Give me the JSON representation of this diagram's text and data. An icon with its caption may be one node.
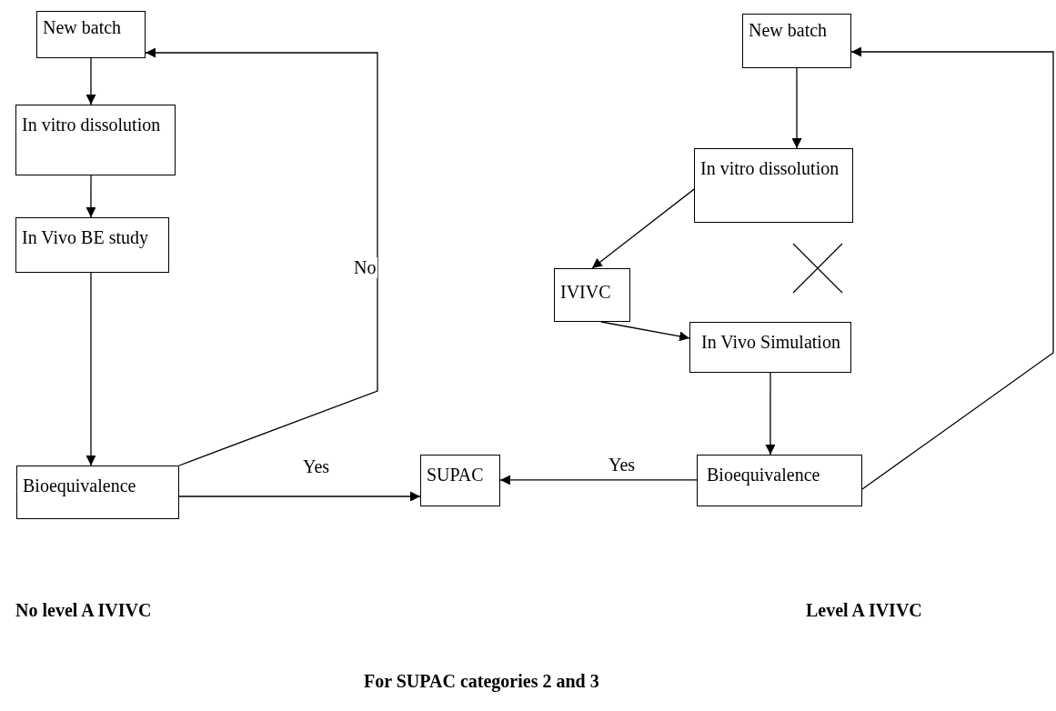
{
  "diagram": {
    "caption": "For SUPAC categories 2 and 3",
    "nodes": [
      {
        "text": [
          "New batch"
        ]
      },
      {
        "text": [
          "In vitro dissolution"
        ]
      },
      {
        "text": [
          "In Vivo BE study"
        ]
      },
      {
        "text": [
          "Bioequivalence"
        ]
      },
      {
        "text": [
          "SUPAC"
        ]
      },
      {
        "text": [
          "New batch"
        ]
      },
      {
        "text": [
          "In vitro dissolution"
        ]
      },
      {
        "text": [
          "IVIVC"
        ]
      },
      {
        "text": [
          "In Vivo Simulation"
        ]
      },
      {
        "text": [
          "Bioequivalence"
        ]
      }
    ],
    "edges": [
      {
        "from": 0,
        "to": 1,
        "arrow": "to"
      },
      {
        "from": 1,
        "to": 2,
        "arrow": "to"
      },
      {
        "from": 2,
        "to": 3,
        "arrow": "to"
      },
      {
        "from": 3,
        "to": 0,
        "arrow": "to",
        "label": "No"
      },
      {
        "from": 3,
        "to": 4,
        "arrow": "to",
        "label": "Yes"
      },
      {
        "from": 5,
        "to": 6,
        "arrow": "to"
      },
      {
        "from": 6,
        "to": 7,
        "arrow": "to"
      },
      {
        "from": 7,
        "to": 8,
        "arrow": "to"
      },
      {
        "from": 8,
        "to": 9,
        "arrow": "to"
      },
      {
        "from": 9,
        "to": 4,
        "arrow": "to",
        "label": "Yes"
      },
      {
        "from": 9,
        "to": 5,
        "arrow": "to"
      }
    ],
    "labels": [
      "No level A IVIVC",
      "Level A IVIVC"
    ]
  }
}
